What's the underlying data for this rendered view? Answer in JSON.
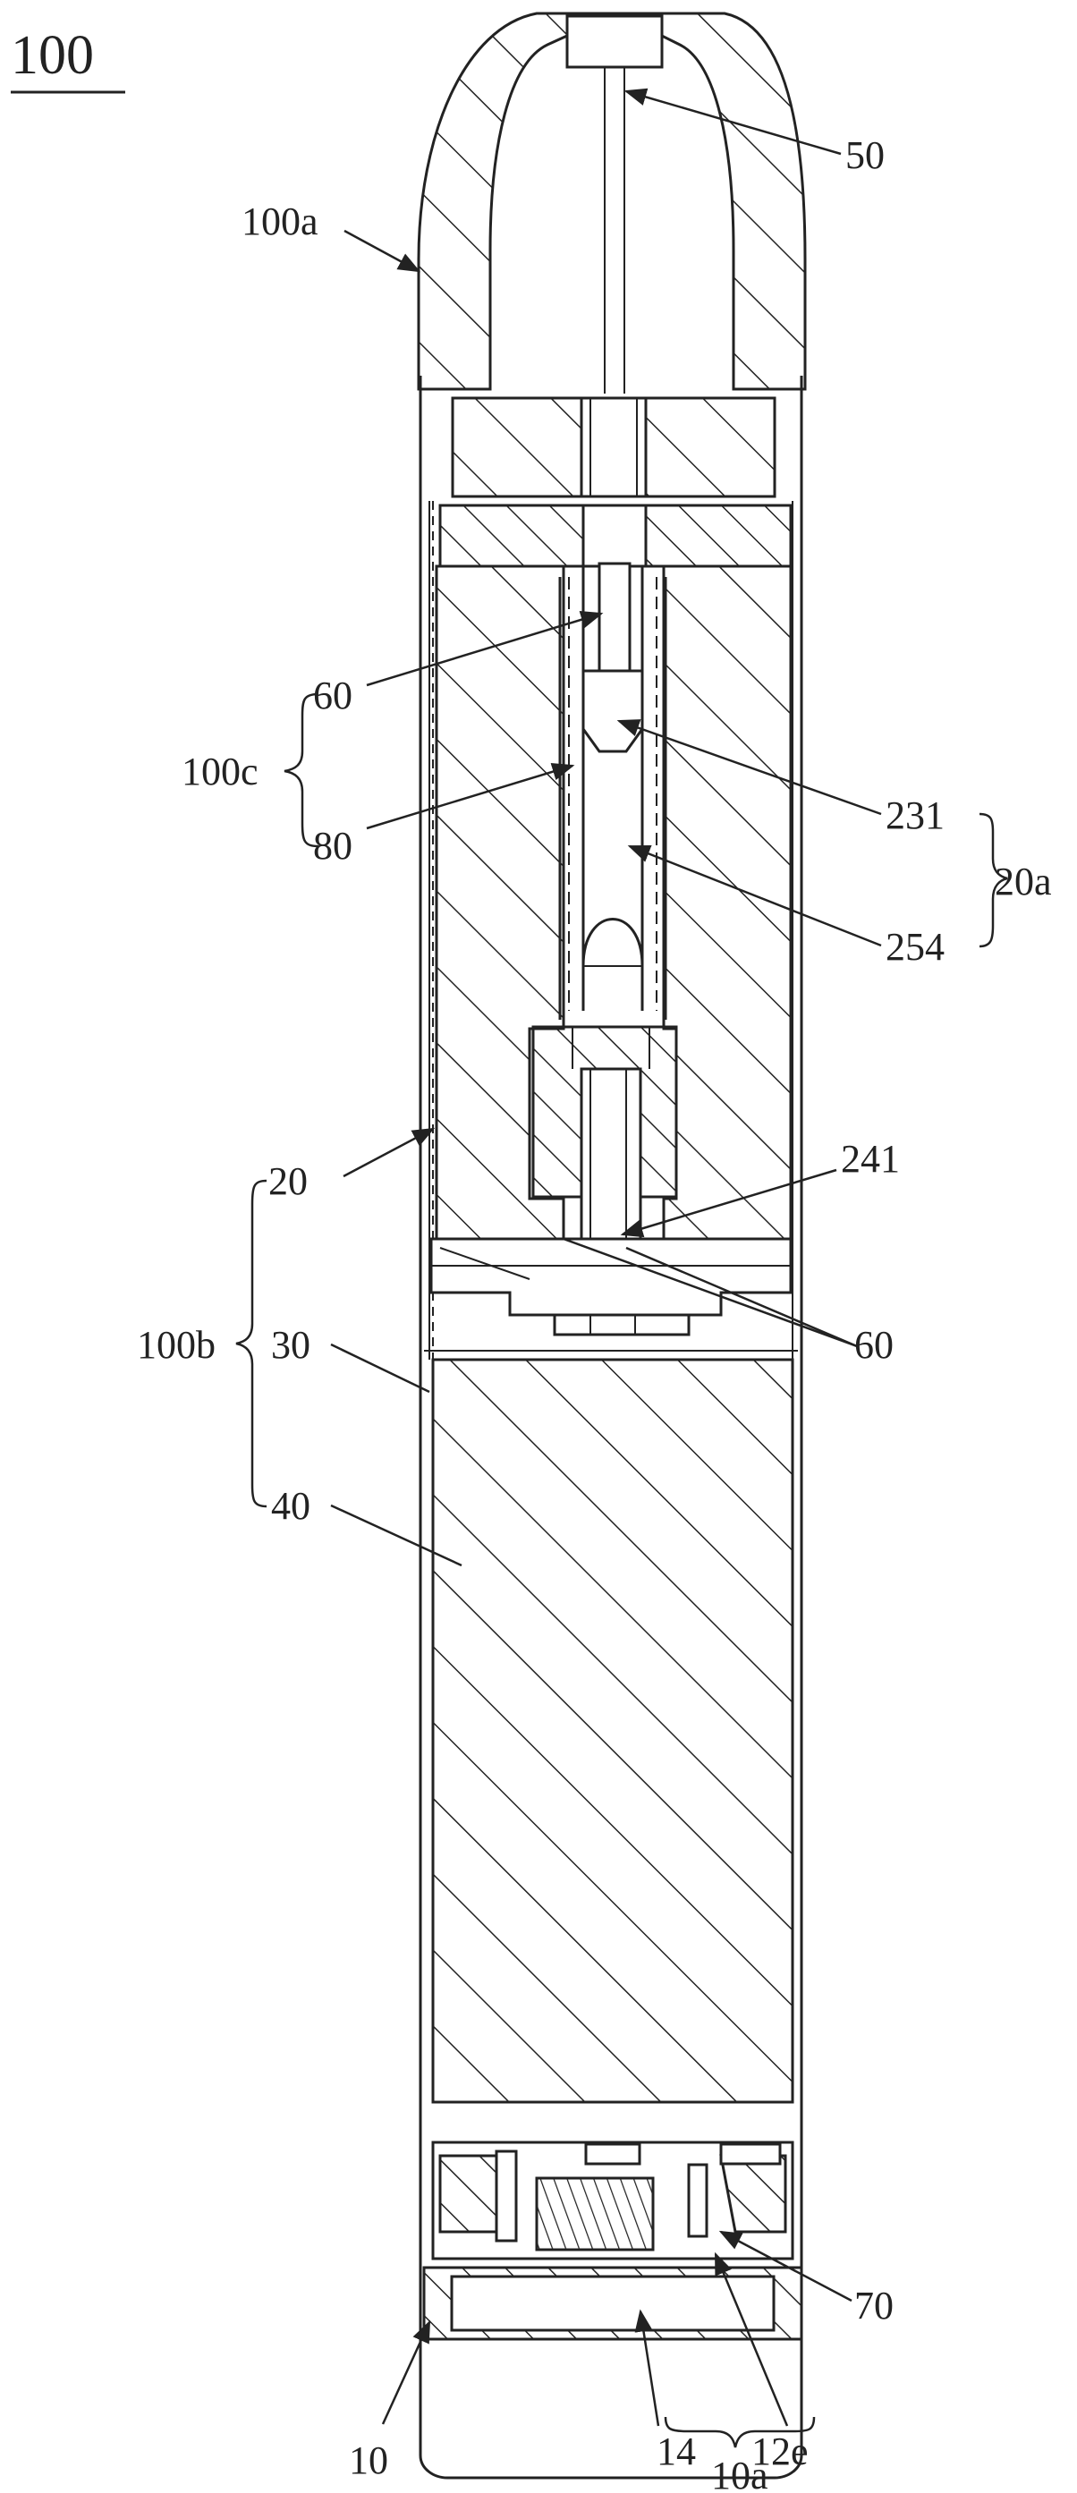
{
  "figure_label": "100",
  "labels": {
    "l_100a": "100a",
    "l_50": "50",
    "l_100c": "100c",
    "l_60a": "60",
    "l_80": "80",
    "l_231": "231",
    "l_254": "254",
    "l_20a": "20a",
    "l_20": "20",
    "l_241": "241",
    "l_60b": "60",
    "l_100b": "100b",
    "l_30": "30",
    "l_40": "40",
    "l_70": "70",
    "l_10": "10",
    "l_14": "14",
    "l_12e": "12e",
    "l_10a": "10a"
  }
}
